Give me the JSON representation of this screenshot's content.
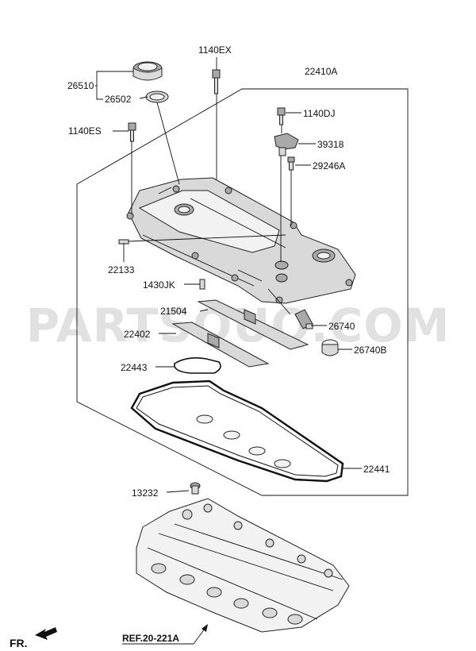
{
  "watermark": "PARTSOUQ.COM",
  "labels": {
    "p1140ex": "1140EX",
    "p22410a": "22410A",
    "p26510": "26510",
    "p26502": "26502",
    "p1140dj": "1140DJ",
    "p1140es": "1140ES",
    "p39318": "39318",
    "p29246a": "29246A",
    "p22133": "22133",
    "p1430jk": "1430JK",
    "p21504": "21504",
    "p26740": "26740",
    "p22402": "22402",
    "p26740b": "26740B",
    "p22443": "22443",
    "p22441": "22441",
    "p13232": "13232"
  },
  "reference": "REF.20-221A",
  "direction": "FR."
}
